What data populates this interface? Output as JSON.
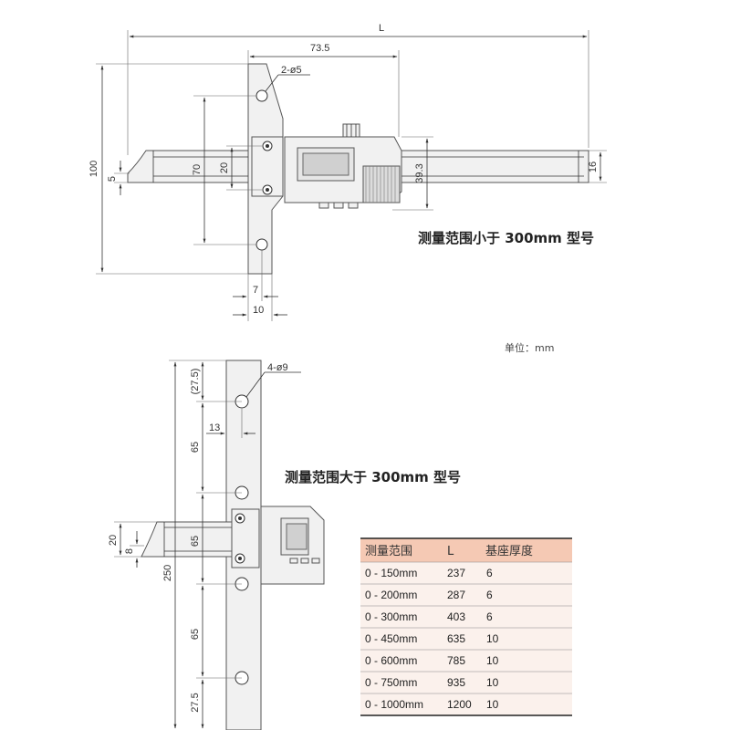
{
  "top": {
    "title": "测量范围小于 300mm 型号",
    "dims": {
      "L": "L",
      "d73": "73.5",
      "holes": "2-ø5",
      "h100": "100",
      "h70": "70",
      "h20": "20",
      "h5": "5",
      "h39": "39.3",
      "h16": "16",
      "w7": "7",
      "w10": "10"
    }
  },
  "unit_label": "单位：mm",
  "bottom": {
    "title": "测量范围大于 300mm 型号",
    "dims": {
      "holes": "4-ø9",
      "d27a": "(27.5)",
      "d13": "13",
      "d65a": "65",
      "d65b": "65",
      "d65c": "65",
      "d27b": "27.5",
      "d250": "250",
      "d20": "20",
      "d8": "8"
    }
  },
  "table": {
    "headers": [
      "测量范围",
      "L",
      "基座厚度"
    ],
    "rows": [
      [
        "0 - 150mm",
        "237",
        "6"
      ],
      [
        "0 - 200mm",
        "287",
        "6"
      ],
      [
        "0 - 300mm",
        "403",
        "6"
      ],
      [
        "0 - 450mm",
        "635",
        "10"
      ],
      [
        "0 - 600mm",
        "785",
        "10"
      ],
      [
        "0 - 750mm",
        "935",
        "10"
      ],
      [
        "0 - 1000mm",
        "1200",
        "10"
      ]
    ],
    "header_color": "#f5c9b4"
  }
}
